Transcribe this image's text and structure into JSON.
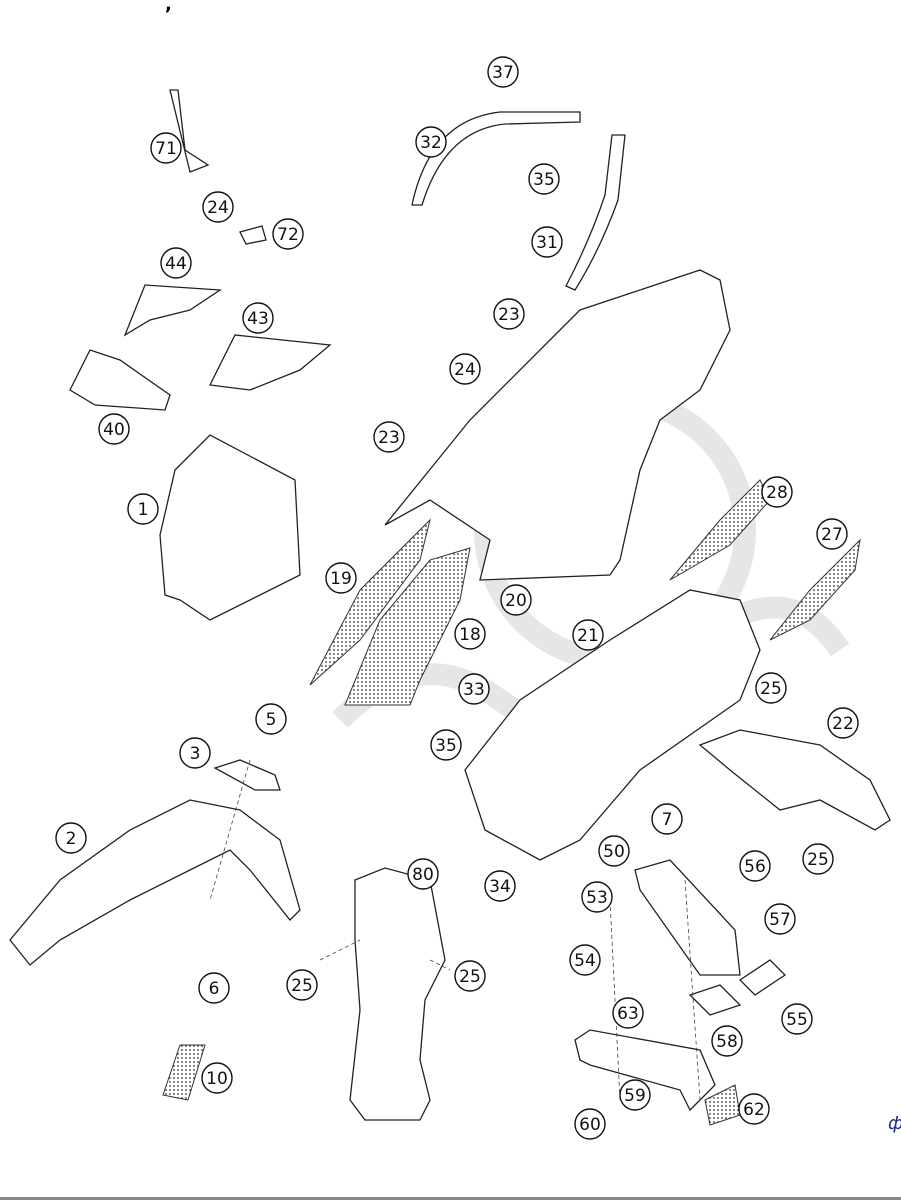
{
  "diagram": {
    "callouts": [
      "37",
      "32",
      "35",
      "71",
      "24",
      "72",
      "31",
      "44",
      "43",
      "23",
      "24",
      "40",
      "23",
      "1",
      "28",
      "27",
      "19",
      "20",
      "21",
      "18",
      "33",
      "25",
      "22",
      "35",
      "5",
      "3",
      "7",
      "2",
      "50",
      "25",
      "56",
      "80",
      "34",
      "53",
      "57",
      "6",
      "25",
      "25",
      "54",
      "55",
      "63",
      "58",
      "10",
      "59",
      "62",
      "60"
    ]
  },
  "corner_mark": "ф",
  "top_mark": ","
}
